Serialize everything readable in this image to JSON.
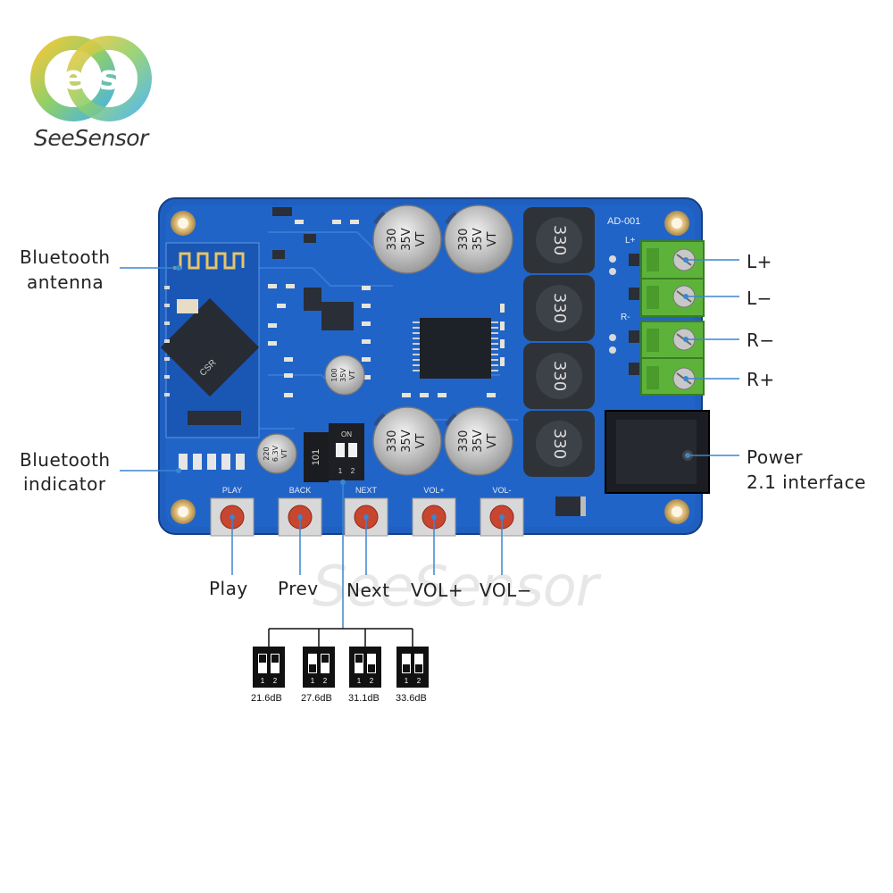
{
  "brand": {
    "name": "SeeSensor",
    "watermark": "SeeSensor"
  },
  "board": {
    "model": "AD-001",
    "terminal_marks": [
      "L+",
      "R-"
    ],
    "button_silk": [
      "PLAY",
      "BACK",
      "NEXT",
      "VOL+",
      "VOL-"
    ],
    "capacitor_marks": [
      "330",
      "35V",
      "VT"
    ],
    "small_cap_marks": [
      "100",
      "35V",
      "VT"
    ],
    "cap_220_marks": [
      "220",
      "6.3V",
      "VT"
    ],
    "inductor_mark": "330",
    "resistor_mark": "101",
    "chip_mark": "CSR",
    "dip_switch_on": "ON",
    "dip_switch_numbers": [
      "1",
      "2"
    ]
  },
  "labels": {
    "bluetooth_antenna": [
      "Bluetooth",
      "antenna"
    ],
    "bluetooth_indicator": [
      "Bluetooth",
      "indicator"
    ],
    "power": [
      "Power",
      "2.1 interface"
    ],
    "outputs": [
      "L+",
      "L−",
      "R−",
      "R+"
    ],
    "buttons": [
      "Play",
      "Prev",
      "Next",
      "VOL+",
      "VOL−"
    ]
  },
  "gain_settings": [
    {
      "label": "21.6dB"
    },
    {
      "label": "27.6dB"
    },
    {
      "label": "31.1dB"
    },
    {
      "label": "33.6dB"
    }
  ],
  "colors": {
    "pcb": "#1f5fc0",
    "pcb_dark": "#16489a",
    "terminal": "#5db33a",
    "callout_line": "#3a86d0",
    "button_red": "#c8452f"
  }
}
